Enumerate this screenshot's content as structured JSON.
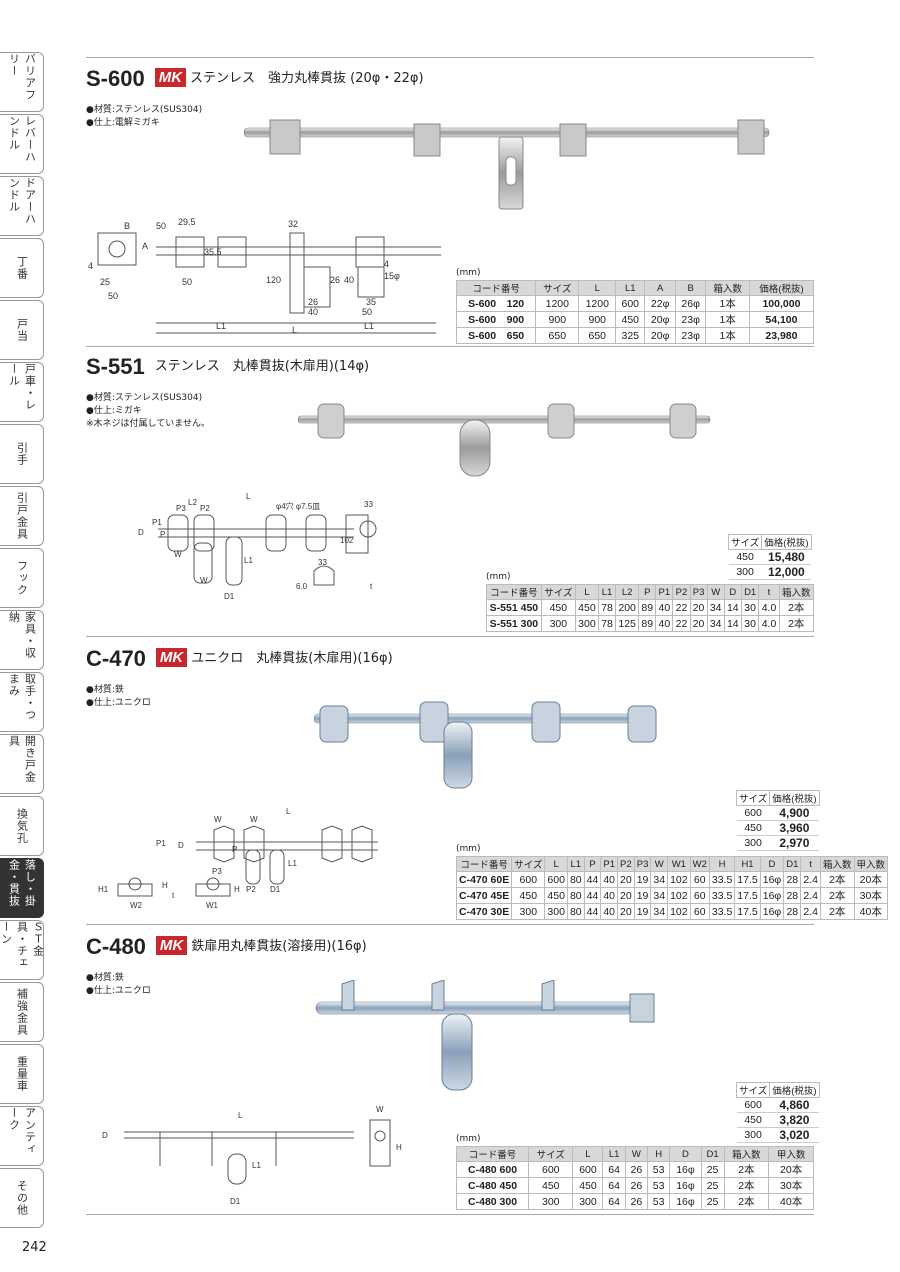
{
  "side_tabs": [
    {
      "label": "バリアフリー",
      "active": false
    },
    {
      "label": "レバーハンドル",
      "active": false
    },
    {
      "label": "ドアーハンドル",
      "active": false
    },
    {
      "label": "丁番",
      "active": false
    },
    {
      "label": "戸当",
      "active": false
    },
    {
      "label": "戸車・レール",
      "active": false
    },
    {
      "label": "引手",
      "active": false
    },
    {
      "label": "引戸金具",
      "active": false
    },
    {
      "label": "フック",
      "active": false
    },
    {
      "label": "家具・収納",
      "active": false
    },
    {
      "label": "取手・つまみ",
      "active": false
    },
    {
      "label": "開き戸金具",
      "active": false
    },
    {
      "label": "換気孔",
      "active": false
    },
    {
      "label": "落し・掛金・貫抜",
      "active": true
    },
    {
      "label": "ＳＴ金具・チェーン",
      "active": false
    },
    {
      "label": "補強金具",
      "active": false
    },
    {
      "label": "重量車",
      "active": false
    },
    {
      "label": "アンティーク",
      "active": false
    },
    {
      "label": "その他",
      "active": false
    }
  ],
  "page_number": "242",
  "brand_logo": "MK",
  "s600": {
    "code": "S-600",
    "title": "ステンレス　強力丸棒貫抜 (20φ・22φ)",
    "specs": [
      "●材質:ステンレス(SUS304)",
      "●仕上:電解ミガキ"
    ],
    "unit": "(mm)",
    "headers": [
      "コード番号",
      "サイズ",
      "L",
      "L1",
      "A",
      "B",
      "箱入数",
      "価格(税抜)"
    ],
    "rows": [
      [
        "S-600　120",
        "1200",
        "1200",
        "600",
        "22φ",
        "26φ",
        "1本",
        "100,000"
      ],
      [
        "S-600　900",
        "900",
        "900",
        "450",
        "20φ",
        "23φ",
        "1本",
        "54,100"
      ],
      [
        "S-600　650",
        "650",
        "650",
        "325",
        "20φ",
        "23φ",
        "1本",
        "23,980"
      ]
    ],
    "dims": [
      "B",
      "A",
      "4",
      "25",
      "50",
      "29.5",
      "50",
      "35.5",
      "50",
      "32",
      "120",
      "26",
      "40",
      "26",
      "40",
      "4",
      "15φ",
      "35",
      "50",
      "L1",
      "L",
      "L1"
    ]
  },
  "s551": {
    "code": "S-551",
    "title": "ステンレス　丸棒貫抜(木扉用)(14φ)",
    "specs": [
      "●材質:ステンレス(SUS304)",
      "●仕上:ミガキ",
      "※木ネジは付属していません。"
    ],
    "price_headers": [
      "サイズ",
      "価格(税抜)"
    ],
    "prices": [
      [
        "450",
        "15,480"
      ],
      [
        "300",
        "12,000"
      ]
    ],
    "unit": "(mm)",
    "headers": [
      "コード番号",
      "サイズ",
      "L",
      "L1",
      "L2",
      "P",
      "P1",
      "P2",
      "P3",
      "W",
      "D",
      "D1",
      "t",
      "箱入数"
    ],
    "rows": [
      [
        "S-551 450",
        "450",
        "450",
        "78",
        "200",
        "89",
        "40",
        "22",
        "20",
        "34",
        "14",
        "30",
        "4.0",
        "2本"
      ],
      [
        "S-551 300",
        "300",
        "300",
        "78",
        "125",
        "89",
        "40",
        "22",
        "20",
        "34",
        "14",
        "30",
        "4.0",
        "2本"
      ]
    ],
    "dims": [
      "L",
      "L2",
      "P3",
      "P2",
      "φ4穴 φ7.5皿",
      "33",
      "D",
      "P1",
      "P",
      "W",
      "W",
      "L1",
      "D1",
      "102",
      "33",
      "6.0",
      "t"
    ]
  },
  "c470": {
    "code": "C-470",
    "title": "ユニクロ　丸棒貫抜(木扉用)(16φ)",
    "specs": [
      "●材質:鉄",
      "●仕上:ユニクロ"
    ],
    "price_headers": [
      "サイズ",
      "価格(税抜)"
    ],
    "prices": [
      [
        "600",
        "4,900"
      ],
      [
        "450",
        "3,960"
      ],
      [
        "300",
        "2,970"
      ]
    ],
    "unit": "(mm)",
    "headers": [
      "コード番号",
      "サイズ",
      "L",
      "L1",
      "P",
      "P1",
      "P2",
      "P3",
      "W",
      "W1",
      "W2",
      "H",
      "H1",
      "D",
      "D1",
      "t",
      "箱入数",
      "甲入数"
    ],
    "rows": [
      [
        "C-470 60E",
        "600",
        "600",
        "80",
        "44",
        "40",
        "20",
        "19",
        "34",
        "102",
        "60",
        "33.5",
        "17.5",
        "16φ",
        "28",
        "2.4",
        "2本",
        "20本"
      ],
      [
        "C-470 45E",
        "450",
        "450",
        "80",
        "44",
        "40",
        "20",
        "19",
        "34",
        "102",
        "60",
        "33.5",
        "17.5",
        "16φ",
        "28",
        "2.4",
        "2本",
        "30本"
      ],
      [
        "C-470 30E",
        "300",
        "300",
        "80",
        "44",
        "40",
        "20",
        "19",
        "34",
        "102",
        "60",
        "33.5",
        "17.5",
        "16φ",
        "28",
        "2.4",
        "2本",
        "40本"
      ]
    ],
    "dims": [
      "L",
      "W",
      "W",
      "P1",
      "D",
      "P",
      "L1",
      "P3",
      "P2",
      "D1",
      "H1",
      "H",
      "t",
      "H",
      "W2",
      "W1"
    ]
  },
  "c480": {
    "code": "C-480",
    "title": "鉄扉用丸棒貫抜(溶接用)(16φ)",
    "specs": [
      "●材質:鉄",
      "●仕上:ユニクロ"
    ],
    "price_headers": [
      "サイズ",
      "価格(税抜)"
    ],
    "prices": [
      [
        "600",
        "4,860"
      ],
      [
        "450",
        "3,820"
      ],
      [
        "300",
        "3,020"
      ]
    ],
    "unit": "(mm)",
    "headers": [
      "コード番号",
      "サイズ",
      "L",
      "L1",
      "W",
      "H",
      "D",
      "D1",
      "箱入数",
      "甲入数"
    ],
    "rows": [
      [
        "C-480 600",
        "600",
        "600",
        "64",
        "26",
        "53",
        "16φ",
        "25",
        "2本",
        "20本"
      ],
      [
        "C-480 450",
        "450",
        "450",
        "64",
        "26",
        "53",
        "16φ",
        "25",
        "2本",
        "30本"
      ],
      [
        "C-480 300",
        "300",
        "300",
        "64",
        "26",
        "53",
        "16φ",
        "25",
        "2本",
        "40本"
      ]
    ],
    "dims": [
      "L",
      "D",
      "L1",
      "D1",
      "W",
      "H"
    ]
  }
}
